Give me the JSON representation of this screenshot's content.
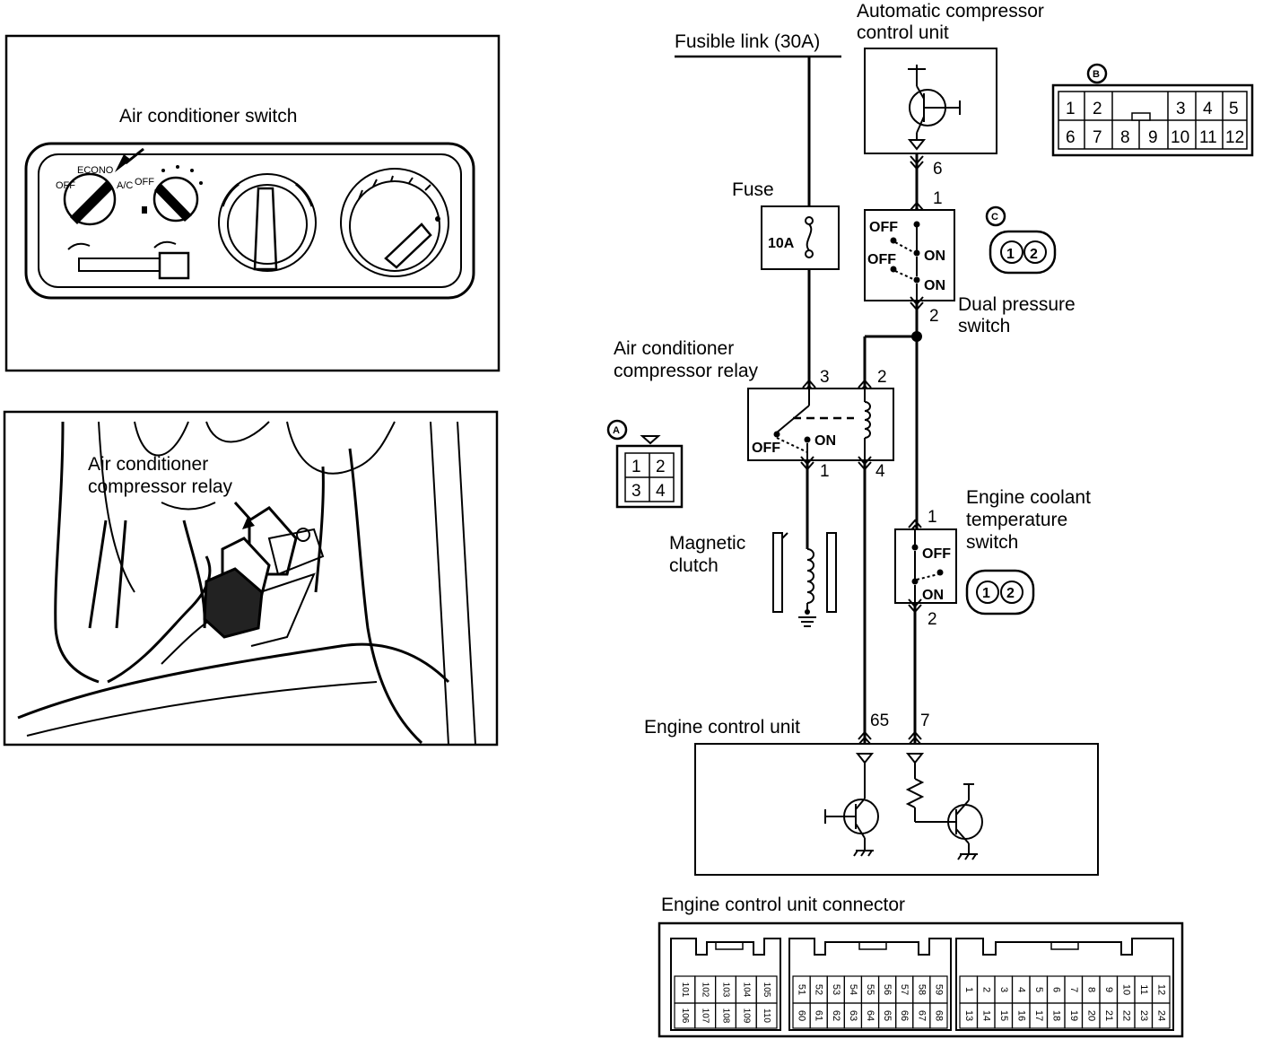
{
  "panels": {
    "switch_photo": {
      "title": "Air conditioner switch"
    },
    "relay_photo": {
      "title_line1": "Air conditioner",
      "title_line2": "compressor relay"
    }
  },
  "wiring": {
    "fusible_link": "Fusible link (30A)",
    "auto_comp_unit_line1": "Automatic compressor",
    "auto_comp_unit_line2": "control unit",
    "fuse": "Fuse",
    "fuse_rating": "10A",
    "relay_line1": "Air conditioner",
    "relay_line2": "compressor relay",
    "dual_pressure_line1": "Dual pressure",
    "dual_pressure_line2": "switch",
    "coolant_line1": "Engine coolant",
    "coolant_line2": "temperature",
    "coolant_line3": "switch",
    "magnetic_line1": "Magnetic",
    "magnetic_line2": "clutch",
    "ecu": "Engine control unit",
    "ecu_connector": "Engine control unit connector",
    "off": "OFF",
    "on": "ON",
    "pins": {
      "p1": "1",
      "p2": "2",
      "p3": "3",
      "p4": "4",
      "p6": "6",
      "p7": "7",
      "p65": "65"
    }
  },
  "connectors": {
    "A": {
      "letter": "A",
      "cells": [
        "1",
        "2",
        "3",
        "4"
      ]
    },
    "B": {
      "letter": "B",
      "row1": [
        "1",
        "2",
        "3",
        "4",
        "5"
      ],
      "row2": [
        "6",
        "7",
        "8",
        "9",
        "10",
        "11",
        "12"
      ]
    },
    "C": {
      "letter": "C",
      "cells": [
        "1",
        "2"
      ]
    },
    "coolant": {
      "cells": [
        "1",
        "2"
      ]
    }
  },
  "ecu_connector_pins": {
    "g1_top": [
      "101",
      "102",
      "103",
      "104",
      "105"
    ],
    "g1_bot": [
      "106",
      "107",
      "108",
      "109",
      "110"
    ],
    "g2_top": [
      "51",
      "52",
      "53",
      "54",
      "55",
      "56",
      "57",
      "58",
      "59"
    ],
    "g2_bot": [
      "60",
      "61",
      "62",
      "63",
      "64",
      "65",
      "66",
      "67",
      "68"
    ],
    "g3_top": [
      "1",
      "2",
      "3",
      "4",
      "5",
      "6",
      "7",
      "8",
      "9",
      "10",
      "11",
      "12"
    ],
    "g3_bot": [
      "13",
      "14",
      "15",
      "16",
      "17",
      "18",
      "19",
      "20",
      "21",
      "22",
      "23",
      "24"
    ]
  }
}
